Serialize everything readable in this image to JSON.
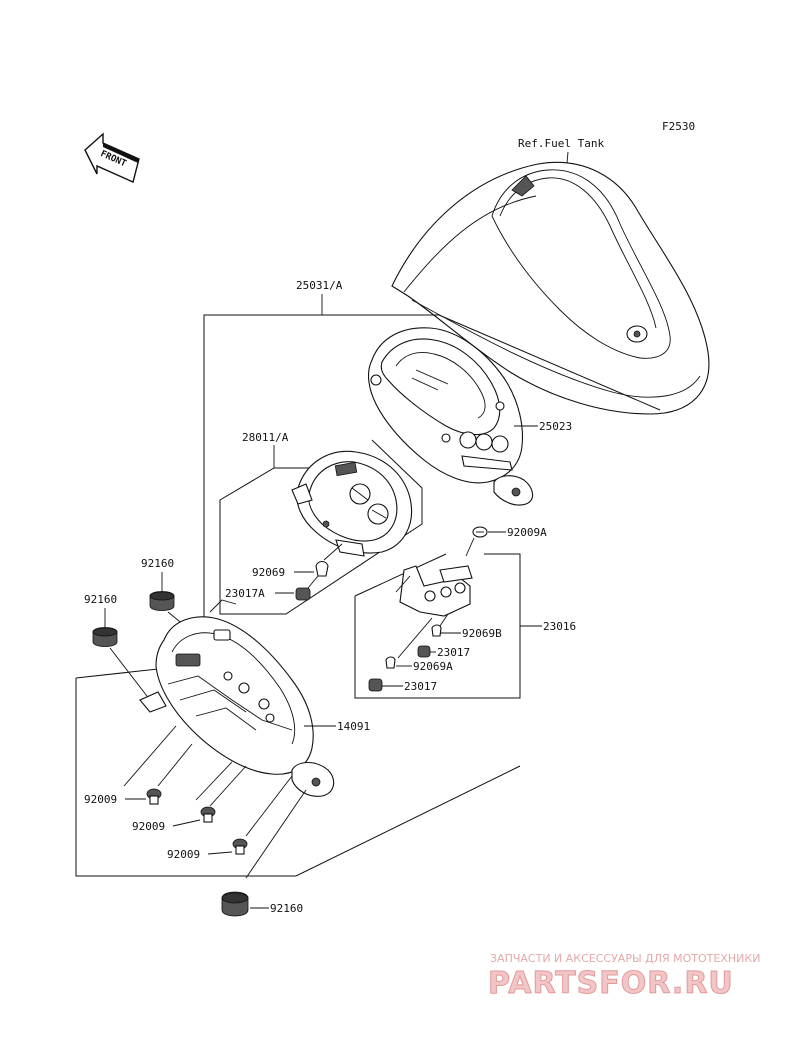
{
  "diagram": {
    "figure_code": "F2530",
    "front_arrow_text": "FRONT",
    "ref_note": "Ref.Fuel Tank",
    "labels": {
      "l25031a": "25031/A",
      "l25023": "25023",
      "l28011a": "28011/A",
      "l92009a": "92009A",
      "l92069": "92069",
      "l23017a": "23017A",
      "l23016": "23016",
      "l92069b": "92069B",
      "l23017_1": "23017",
      "l92069a": "92069A",
      "l23017_2": "23017",
      "l92160_1": "92160",
      "l92160_2": "92160",
      "l14091": "14091",
      "l92009_1": "92009",
      "l92009_2": "92009",
      "l92009_3": "92009",
      "l92160_3": "92160"
    }
  },
  "watermark": {
    "tagline": "ЗАПЧАСТИ И АКСЕССУАРЫ ДЛЯ МОТОТЕХНИКИ",
    "brand": "PARTSFOR.RU"
  }
}
